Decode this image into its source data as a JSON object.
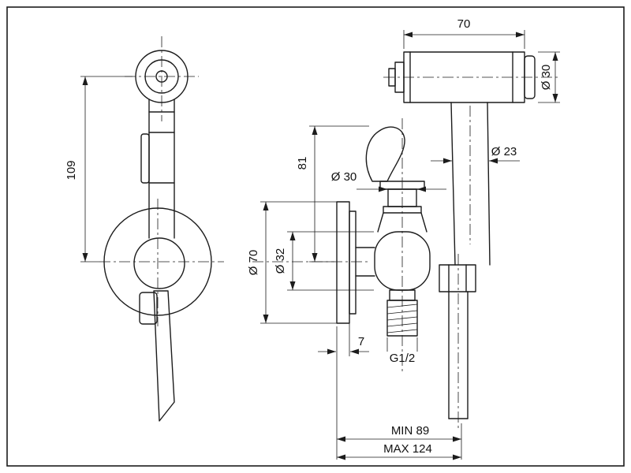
{
  "drawing": {
    "colors": {
      "ink": "#1c1c1c",
      "background": "#ffffff"
    },
    "labels": {
      "head_length": "70",
      "head_diameter": "Ø 30",
      "overall_height": "109",
      "handle_diameter": "Ø 23",
      "valve_height": "81",
      "stem_diameter": "Ø 30",
      "flange_diameter": "Ø 70",
      "body_diameter": "Ø 32",
      "flange_thickness": "7",
      "thread_size": "G1/2",
      "min_projection": "MIN 89",
      "max_projection": "MAX 124"
    }
  }
}
